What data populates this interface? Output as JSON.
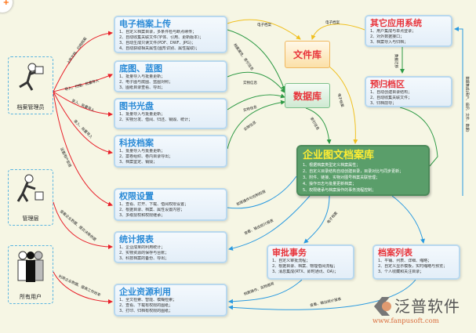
{
  "actors": [
    {
      "label": "档案管理员"
    },
    {
      "label": "管理层"
    },
    {
      "label": "所有用户"
    }
  ],
  "modules": [
    {
      "title": "电子档案上传",
      "items": [
        "1、自定义档案目录，多条件检与断点续传；",
        "2、自动收集关联文件(字体、引用、更新版本)；",
        "3、自动生成只读文件(PDF、DWF、JPG)；",
        "4、自动获取相关属性(图形识别、属性提取)；"
      ]
    },
    {
      "title": "底图、蓝图",
      "items": [
        "1、批量导入与批量更新；",
        "2、电子图与底图、蓝图对照；",
        "3、图纸目录查看、导出；"
      ]
    },
    {
      "title": "图书光盘",
      "items": [
        "1、批量导入与批量更新；",
        "2、实物分发、借阅、归还、销毁、统计；"
      ]
    },
    {
      "title": "科技档案",
      "items": [
        "1、批量导入与批量更新；",
        "2、案卷组织、卷内目录导出；",
        "3、档案鉴定、销毁；"
      ]
    },
    {
      "title": "权限设置",
      "items": [
        "1、查看、打开、下载、借阅权限设置；",
        "2、根据目录、档案、属性设置内容；",
        "3、多级授权和权限继承；"
      ]
    },
    {
      "title": "统计报表",
      "items": [
        "1、企业成果的利用统计；",
        "2、实物资源的保存与台账；",
        "3、科技档案的备份、导出；"
      ]
    },
    {
      "title": "企业资源利用",
      "items": [
        "1、全文检索、智能、模糊检索；",
        "2、查看、下载有权限的图纸；",
        "3、打印、归档有权限的图纸；"
      ]
    }
  ],
  "libraries": {
    "file": "文件库",
    "db": "数据库"
  },
  "other_system": {
    "title": "其它应用系统",
    "items": [
      "1、用户集成与单点登录；",
      "2、对外数据接口；",
      "3、档案导入与归档；"
    ]
  },
  "pre_archive": {
    "title": "预归档区",
    "items": [
      "1、自动创建目录结构；",
      "2、自动收集关联文件；",
      "3、归档前导；"
    ]
  },
  "core": {
    "title": "企业图文档案库",
    "items": [
      "1、根据档案类型定义档案属性；",
      "2、自定义目录结构自动创建目录，目录对比与同步更新；",
      "3、附件、链接、实物对图号档案关联管理；",
      "4、操作日志与批量更新档案；",
      "5、权限继承与档案操作的事务流程控制；"
    ]
  },
  "approval": {
    "title": "审批事务",
    "items": [
      "1、自定义审批流程；",
      "2、根据目录、档案、物理借阅流程；",
      "3、消息集成(RTX、即时通讯、OA)；"
    ]
  },
  "list": {
    "title": "档案列表",
    "items": [
      "1、平铺、列表、详细、缩略；",
      "2、自定义显示模板，实时缩略与预览；",
      "3、个人收藏和关注目录；"
    ]
  },
  "edge_labels": [
    "上传文档、归档档案",
    "导入、扫描、批量导入",
    "录入、批量导入",
    "录入、批量导入",
    "设置用户权限",
    "查看企业数据、提交决策依据",
    "利用企业数据、提高工作效率",
    "电子档案",
    "电子档案",
    "档案属性、索引信息",
    "实物信息",
    "实物信息",
    "实物信息",
    "电子档案",
    "索引信息",
    "数据迁移",
    "数据集成(用户、组织、文件、数据)",
    "权限操作与控制权限",
    "查看、输出统计报表",
    "电子档案",
    "档案操作、实物借阅",
    "查看、输出统计报表"
  ],
  "logo": {
    "name": "泛普软件",
    "url": "www.fanpusoft.com"
  }
}
